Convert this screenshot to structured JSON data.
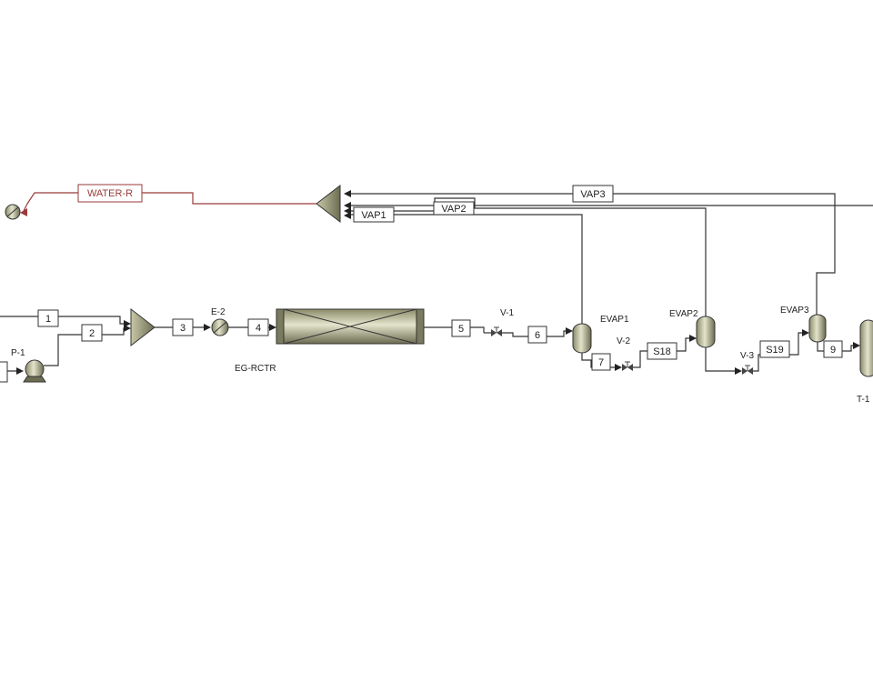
{
  "colors": {
    "equipment_fill": "#d4d4b4",
    "equipment_dark": "#6c6c52",
    "recycle_stream": "#9a3a3a",
    "line": "#333333"
  },
  "streams": {
    "s1": "1",
    "s2": "2",
    "s3": "3",
    "s4": "4",
    "s5": "5",
    "s6": "6",
    "s7": "7",
    "s9": "9",
    "s18": "S18",
    "s19": "S19",
    "vap1": "VAP1",
    "vap2": "VAP2",
    "vap3": "VAP3",
    "water_r": "WATER-R"
  },
  "blocks": {
    "pump": "P-1",
    "heater": "E-2",
    "reactor": "EG-RCTR",
    "valve1": "V-1",
    "valve2": "V-2",
    "valve3": "V-3",
    "evap1": "EVAP1",
    "evap2": "EVAP2",
    "evap3": "EVAP3",
    "tower": "T-1"
  }
}
